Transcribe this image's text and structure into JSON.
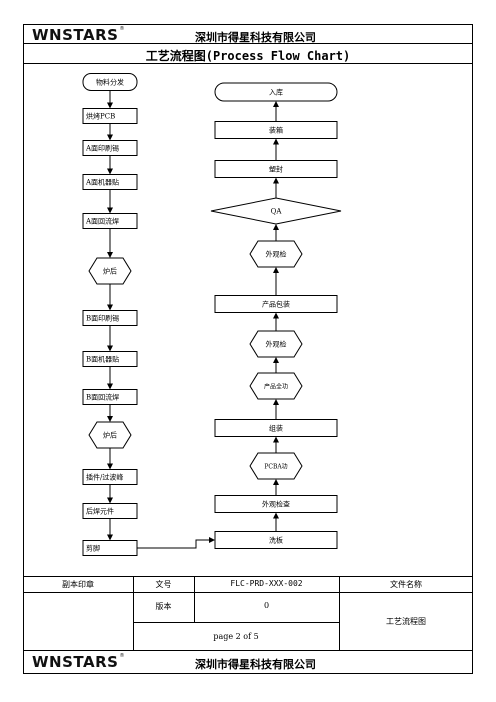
{
  "header": {
    "logo_text": "WNSTARS",
    "logo_mark": "®",
    "company": "深圳市得星科技有限公司"
  },
  "title": "工艺流程图(Process Flow Chart)",
  "flow": {
    "left": [
      {
        "id": "L1",
        "shape": "terminator",
        "label": "物料分发"
      },
      {
        "id": "L2",
        "shape": "process",
        "label": "烘烤PCB"
      },
      {
        "id": "L3",
        "shape": "process",
        "label": "A面印刷锡"
      },
      {
        "id": "L4",
        "shape": "process",
        "label": "A面机器贴"
      },
      {
        "id": "L5",
        "shape": "process",
        "label": "A面回流焊"
      },
      {
        "id": "L6",
        "shape": "decision",
        "label": "炉后"
      },
      {
        "id": "L7",
        "shape": "process",
        "label": "B面印刷锡"
      },
      {
        "id": "L8",
        "shape": "process",
        "label": "B面机器贴"
      },
      {
        "id": "L9",
        "shape": "process",
        "label": "B面回流焊"
      },
      {
        "id": "L10",
        "shape": "decision",
        "label": "炉后"
      },
      {
        "id": "L11",
        "shape": "process",
        "label": "插件/过波峰"
      },
      {
        "id": "L12",
        "shape": "process",
        "label": "后焊元件"
      },
      {
        "id": "L13",
        "shape": "process",
        "label": "剪脚"
      }
    ],
    "right": [
      {
        "id": "R1",
        "shape": "terminator",
        "label": "入库"
      },
      {
        "id": "R2",
        "shape": "process",
        "label": "装箱"
      },
      {
        "id": "R3",
        "shape": "process",
        "label": "塑封"
      },
      {
        "id": "R4",
        "shape": "decision",
        "label": "QA"
      },
      {
        "id": "R5",
        "shape": "hexagon",
        "label": "外观检"
      },
      {
        "id": "R6",
        "shape": "process",
        "label": "产品包装"
      },
      {
        "id": "R7",
        "shape": "hexagon",
        "label": "外观检"
      },
      {
        "id": "R8",
        "shape": "hexagon",
        "label": "产品全功"
      },
      {
        "id": "R9",
        "shape": "process",
        "label": "组装"
      },
      {
        "id": "R10",
        "shape": "hexagon",
        "label": "PCBA功"
      },
      {
        "id": "R11",
        "shape": "process",
        "label": "外观检查"
      },
      {
        "id": "R12",
        "shape": "process",
        "label": "洗板"
      }
    ]
  },
  "footer": {
    "copy_stamp_label": "副本印章",
    "doc_no_label": "文号",
    "doc_no_value": "FLC-PRD-XXX-002",
    "file_name_label": "文件名称",
    "version_label": "版本",
    "version_value": "0",
    "page_text": "page  2  of  5",
    "file_name_value": "工艺流程图"
  },
  "bottom": {
    "logo_text": "WNSTARS",
    "logo_mark": "®",
    "company": "深圳市得星科技有限公司"
  }
}
